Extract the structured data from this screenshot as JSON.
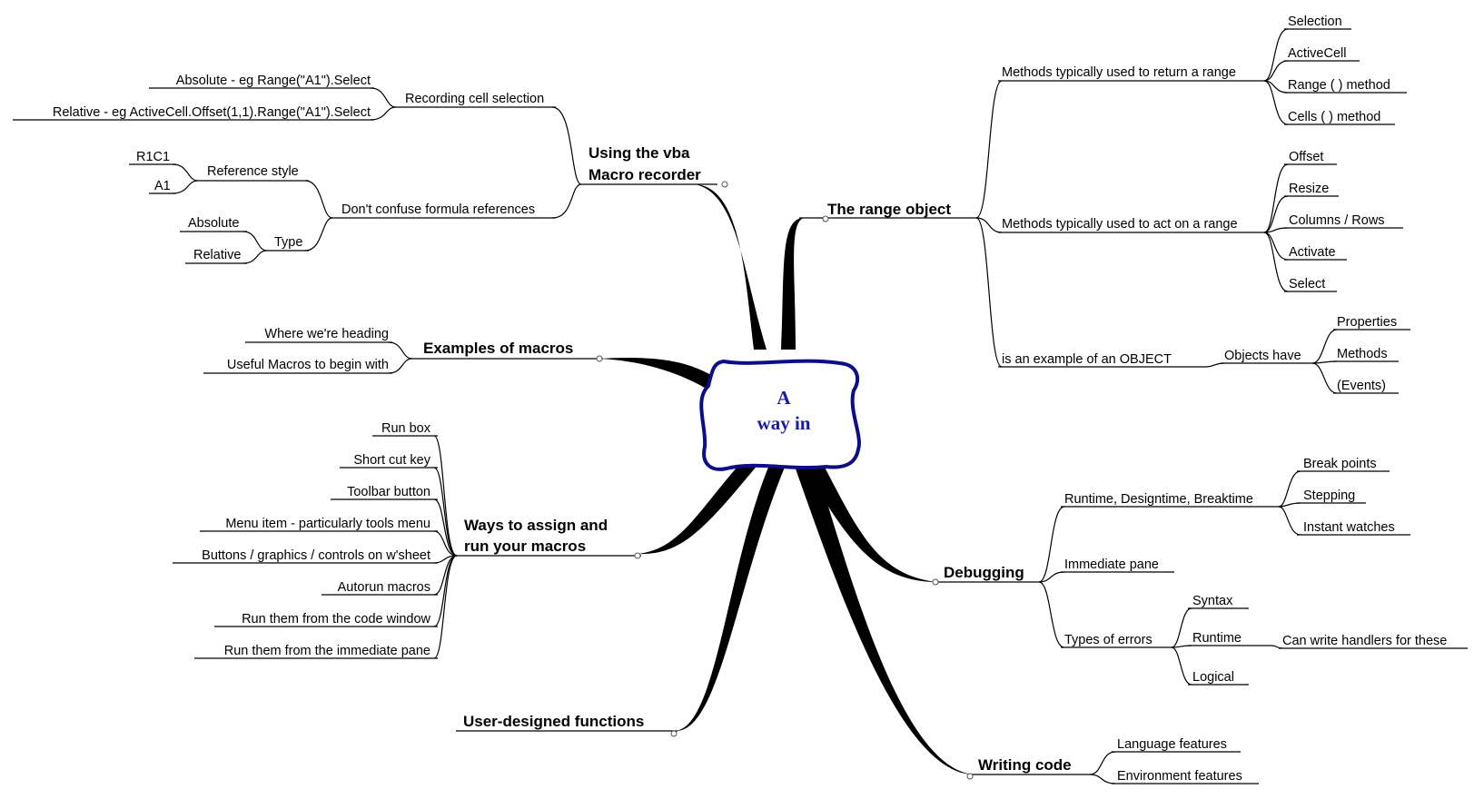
{
  "center": {
    "line1": "A",
    "line2": "way in",
    "border_color": "#0d0d8a",
    "text_color": "#1a1aa8"
  },
  "topics": [
    {
      "id": "vba",
      "title_lines": [
        "Using the vba",
        "Macro recorder"
      ],
      "children": [
        {
          "label": "Recording cell selection",
          "children": [
            "Absolute - eg Range(\"A1\").Select",
            "Relative - eg ActiveCell.Offset(1,1).Range(\"A1\").Select"
          ]
        },
        {
          "label": "Don't confuse formula references",
          "children": [
            {
              "label": "Reference style",
              "children": [
                "R1C1",
                "A1"
              ]
            },
            {
              "label": "Type",
              "children": [
                "Absolute",
                "Relative"
              ]
            }
          ]
        }
      ]
    },
    {
      "id": "examples",
      "title_lines": [
        "Examples of macros"
      ],
      "children": [
        "Where we're heading",
        "Useful Macros to begin with"
      ]
    },
    {
      "id": "ways",
      "title_lines": [
        "Ways to assign and",
        "run your macros"
      ],
      "children": [
        "Run box",
        "Short cut key",
        "Toolbar button",
        "Menu item - particularly tools menu",
        "Buttons / graphics / controls on w'sheet",
        "Autorun macros",
        "Run them from the code window",
        "Run them from the immediate pane"
      ]
    },
    {
      "id": "udf",
      "title_lines": [
        "User-designed functions"
      ],
      "children": []
    },
    {
      "id": "range",
      "title_lines": [
        "The range object"
      ],
      "children": [
        {
          "label": "Methods typically used to return a range",
          "children": [
            "Selection",
            "ActiveCell",
            "Range ( ) method",
            "Cells ( ) method"
          ]
        },
        {
          "label": "Methods typically used to act on a range",
          "children": [
            "Offset",
            "Resize",
            "Columns / Rows",
            "Activate",
            "Select"
          ]
        },
        {
          "label": "is an example of an OBJECT",
          "children": [
            {
              "label": "Objects have",
              "children": [
                "Properties",
                "Methods",
                "(Events)"
              ]
            }
          ]
        }
      ]
    },
    {
      "id": "debug",
      "title_lines": [
        "Debugging"
      ],
      "children": [
        {
          "label": "Runtime, Designtime, Breaktime",
          "children": [
            "Break points",
            "Stepping",
            "Instant watches"
          ]
        },
        {
          "label": "Immediate pane",
          "children": []
        },
        {
          "label": "Types of errors",
          "children": [
            "Syntax",
            {
              "label": "Runtime",
              "children": [
                "Can write handlers for these"
              ]
            },
            "Logical"
          ]
        }
      ]
    },
    {
      "id": "code",
      "title_lines": [
        "Writing code"
      ],
      "children": [
        "Language features",
        "Environment features"
      ]
    }
  ]
}
